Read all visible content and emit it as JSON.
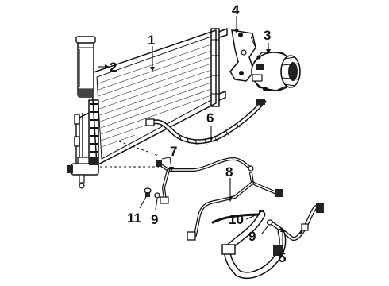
{
  "diagram": {
    "callouts": [
      {
        "id": "1",
        "text": "1"
      },
      {
        "id": "2",
        "text": "2"
      },
      {
        "id": "3",
        "text": "3"
      },
      {
        "id": "4",
        "text": "4"
      },
      {
        "id": "5",
        "text": "5"
      },
      {
        "id": "6",
        "text": "6"
      },
      {
        "id": "7",
        "text": "7"
      },
      {
        "id": "8",
        "text": "8"
      },
      {
        "id": "9a",
        "text": "9"
      },
      {
        "id": "9b",
        "text": "9"
      },
      {
        "id": "10",
        "text": "10"
      },
      {
        "id": "11",
        "text": "11"
      }
    ]
  }
}
